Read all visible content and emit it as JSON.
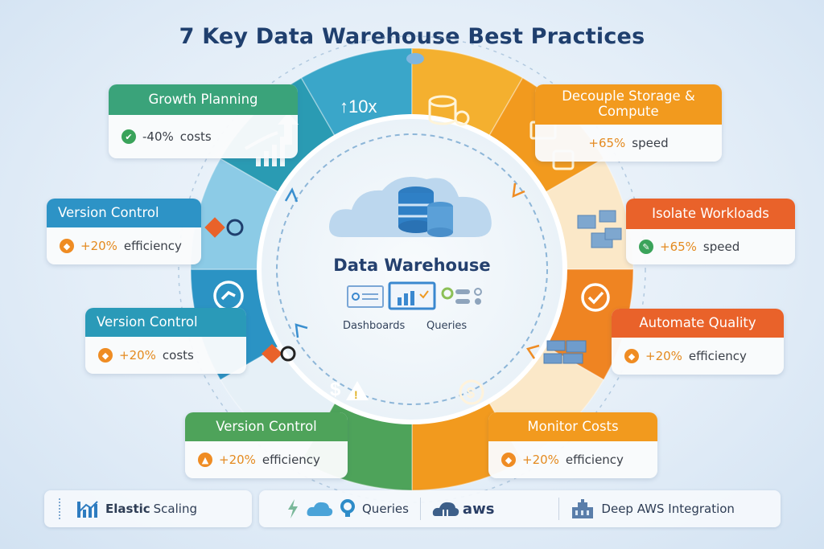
{
  "title": "7 Key Data Warehouse Best Practices",
  "center": {
    "label": "Data Warehouse",
    "left_caption": "Dashboards",
    "right_caption": "Queries",
    "icons": [
      "cloud-icon",
      "database-icon",
      "dashboard-icon",
      "chart-icon",
      "query-list-icon"
    ]
  },
  "ring": {
    "segments": [
      {
        "name": "growth",
        "color": "#2a9bb3",
        "text": "",
        "icon": "growth-chart-icon"
      },
      {
        "name": "scale",
        "color": "#3aa6c9",
        "text": "↑10x",
        "icon": "cloud-icon"
      },
      {
        "name": "storage",
        "color": "#f4b02f",
        "text": "",
        "icon": "database-icon"
      },
      {
        "name": "compute",
        "color": "#f29a1e",
        "text": "",
        "icon": "compute-icon"
      },
      {
        "name": "isolate",
        "color": "#fbe8c8",
        "text": "",
        "icon": "boxes-icon"
      },
      {
        "name": "quality",
        "color": "#ef8422",
        "text": "",
        "icon": "check-icon"
      },
      {
        "name": "quality-light",
        "color": "#fbe8c8",
        "text": "",
        "icon": "server-icon"
      },
      {
        "name": "monitor",
        "color": "#f29a1e",
        "text": "",
        "icon": "dollar-cycle-icon"
      },
      {
        "name": "cost-alert",
        "color": "#4ea35a",
        "text": "",
        "icon": "dollar-alert-icon"
      },
      {
        "name": "version-light",
        "color": "#e6f0f7",
        "text": "",
        "icon": "git-icon"
      },
      {
        "name": "version",
        "color": "#2b93c4",
        "text": "",
        "icon": "tool-icon"
      },
      {
        "name": "version-top",
        "color": "#8ccbe6",
        "text": "",
        "icon": "git-icon"
      }
    ]
  },
  "cards": [
    {
      "id": "growth-planning",
      "title": "Growth Planning",
      "metric": "-40%",
      "unit": "costs",
      "badge_color": "#3aa35a",
      "badge_icon": "✔",
      "head_color": "#3aa37a"
    },
    {
      "id": "decouple",
      "title": "Decouple Storage & Compute",
      "metric": "+65%",
      "unit": "speed",
      "badge_color": "",
      "badge_icon": "",
      "head_color": "#f29a1e"
    },
    {
      "id": "version-control-1",
      "title": "Version Control",
      "metric": "+20%",
      "unit": "efficiency",
      "badge_color": "#ef8c23",
      "badge_icon": "◆",
      "head_color": "#2d93c6"
    },
    {
      "id": "isolate-workloads",
      "title": "Isolate Workloads",
      "metric": "+65%",
      "unit": "speed",
      "badge_color": "#3aa35a",
      "badge_icon": "✎",
      "head_color": "#e9622a"
    },
    {
      "id": "version-control-2",
      "title": "Version Control",
      "metric": "+20%",
      "unit": "costs",
      "badge_color": "#ef8c23",
      "badge_icon": "◆",
      "head_color": "#2a9ab8"
    },
    {
      "id": "automate-quality",
      "title": "Automate Quality",
      "metric": "+20%",
      "unit": "efficiency",
      "badge_color": "#ef8c23",
      "badge_icon": "◆",
      "head_color": "#e9622a"
    },
    {
      "id": "version-control-3",
      "title": "Version Control",
      "metric": "+20%",
      "unit": "efficiency",
      "badge_color": "#ef8c23",
      "badge_icon": "▲",
      "head_color": "#4ea35a"
    },
    {
      "id": "monitor-costs",
      "title": "Monitor Costs",
      "metric": "+20%",
      "unit": "efficiency",
      "badge_color": "#ef8c23",
      "badge_icon": "◆",
      "head_color": "#f29a1e"
    }
  ],
  "bottom_bar": {
    "left": {
      "label_bold": "Elastic",
      "label": "Scaling",
      "icon": "bar-chart-icon"
    },
    "middle": {
      "query_label": "Queries",
      "aws_label": "aws",
      "icons": [
        "lightning-icon",
        "cloud-icon",
        "lightbulb-icon",
        "aws-cloud-icon"
      ]
    },
    "right": {
      "label": "Deep AWS Integration",
      "icon": "building-icon"
    }
  },
  "colors": {
    "title": "#1f3f6e",
    "teal": "#2a9bb3",
    "blue": "#2d93c6",
    "green": "#4ea35a",
    "orange": "#f29a1e",
    "red_orange": "#e9622a",
    "yellow": "#f4b02f"
  }
}
